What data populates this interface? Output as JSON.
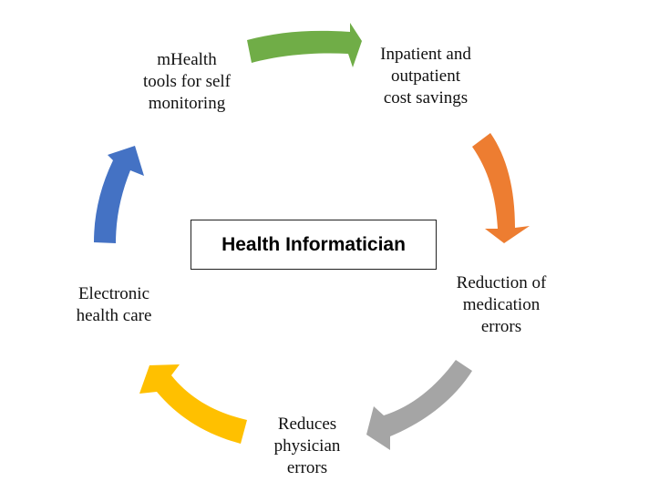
{
  "center": {
    "label": "Health Informatician"
  },
  "nodes": [
    {
      "id": "mhealth",
      "label": "mHealth\ntools for self\nmonitoring"
    },
    {
      "id": "cost",
      "label": "Inpatient and\noutpatient\ncost savings"
    },
    {
      "id": "medication",
      "label": "Reduction of\nmedication\nerrors"
    },
    {
      "id": "physician",
      "label": "Reduces\nphysician\nerrors"
    },
    {
      "id": "ehc",
      "label": "Electronic\nhealth care"
    }
  ],
  "arrows": [
    {
      "name": "arrow-green",
      "from": "mhealth",
      "to": "cost",
      "color": "#70AD47"
    },
    {
      "name": "arrow-orange",
      "from": "cost",
      "to": "medication",
      "color": "#ED7D31"
    },
    {
      "name": "arrow-gray",
      "from": "medication",
      "to": "physician",
      "color": "#A5A5A5"
    },
    {
      "name": "arrow-yellow",
      "from": "physician",
      "to": "ehc",
      "color": "#FFC000"
    },
    {
      "name": "arrow-blue",
      "from": "ehc",
      "to": "mhealth",
      "color": "#4472C4"
    }
  ]
}
